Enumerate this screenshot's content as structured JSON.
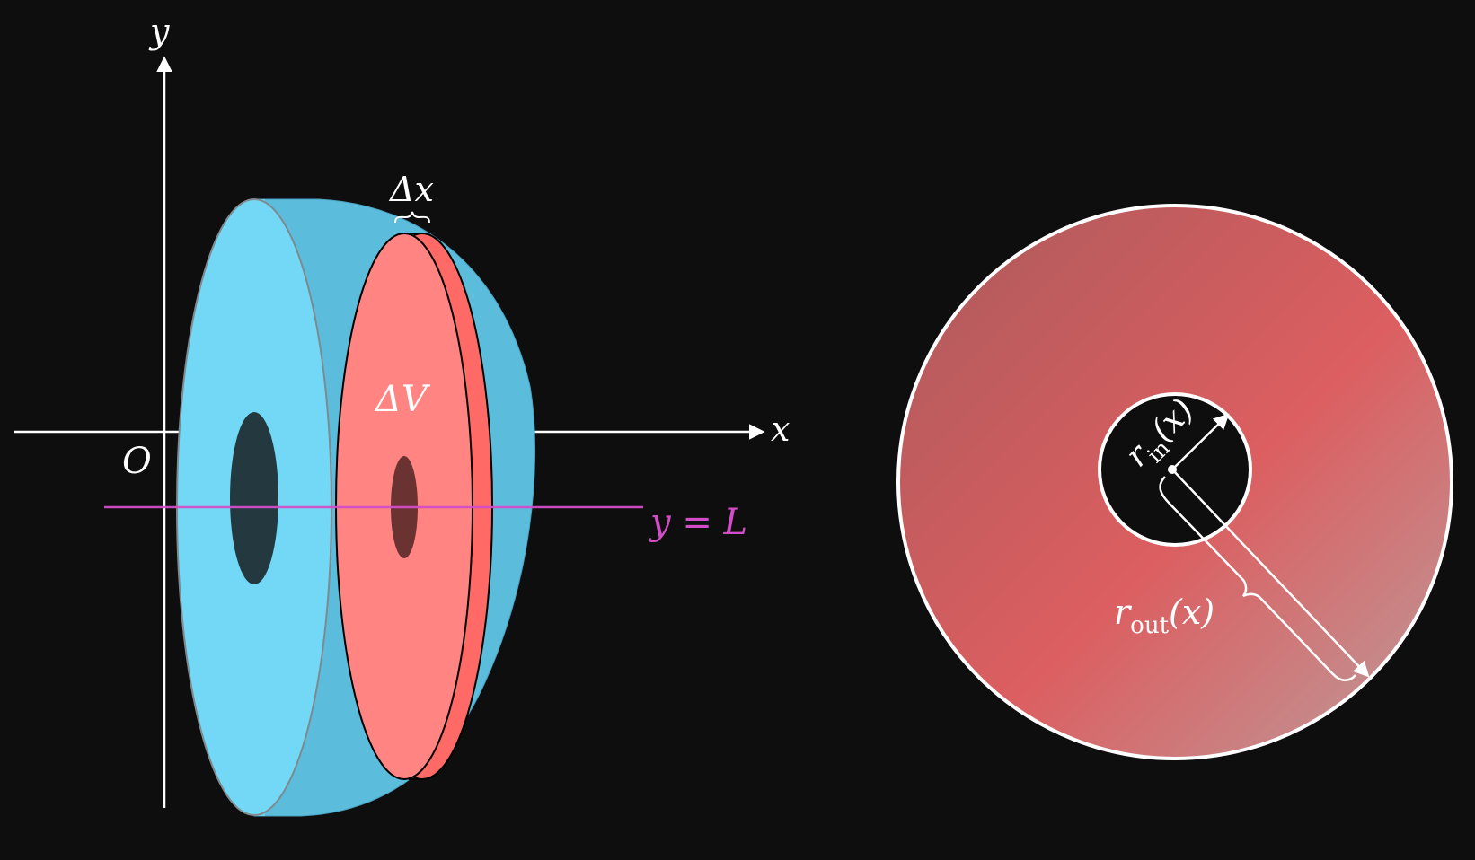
{
  "colors": {
    "background": "#0e0e0e",
    "axis": "#ffffff",
    "solid_face": "#72d8f6",
    "solid_side": "#5cbcdc",
    "washer_face": "#ff8482",
    "washer_rim": "#ff6464",
    "hole": "#23383f",
    "washer_hole": "#6b3232",
    "line_y_equals_L": "#d24ec8",
    "cross_section_fill": "#d05e60",
    "cross_section_border": "#ffffff",
    "label_text": "#ffffff"
  },
  "left_figure": {
    "axis_y_label": "y",
    "axis_x_label": "x",
    "origin_label": "O",
    "delta_x_label": "Δx",
    "delta_v_label": "ΔV",
    "line_label": "y = L"
  },
  "right_figure": {
    "r_in_symbol": "r",
    "r_in_subscript": "in",
    "r_in_argument": "(x)",
    "r_out_symbol": "r",
    "r_out_subscript": "out",
    "r_out_argument": "(x)"
  }
}
